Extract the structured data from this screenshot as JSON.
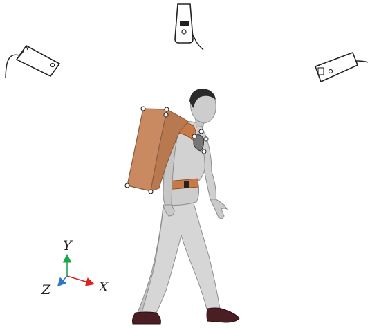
{
  "axes": {
    "y_label": "Y",
    "x_label": "X",
    "z_label": "Z"
  },
  "colors": {
    "x_axis": "#e02020",
    "y_axis": "#1aa64a",
    "z_axis": "#2b78c8",
    "backpack": "#c98a62",
    "backpack_edge": "#8a5a3a",
    "strap": "#c77a45",
    "clothing": "#cfcfcf",
    "skin": "#c9c9c9",
    "hair": "#2a2a2a",
    "shoes": "#4b1e24",
    "camera_body": "#ffffff",
    "camera_outline": "#222222"
  },
  "icons": {
    "camera_left": "surveillance-camera-icon",
    "camera_top": "surveillance-camera-icon",
    "camera_right": "surveillance-camera-icon",
    "figure": "walking-person-with-backpack",
    "coordinate_frame": "xyz-axes-icon"
  }
}
